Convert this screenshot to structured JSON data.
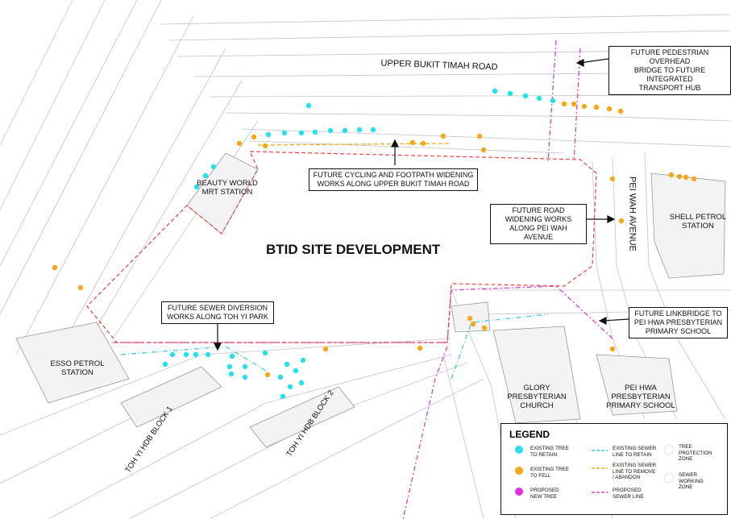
{
  "title": "BTID SITE DEVELOPMENT",
  "labels": {
    "upper_bukit_timah_road": "UPPER BUKIT TIMAH ROAD",
    "pei_wah_avenue": "PEI WAH AVENUE",
    "beauty_world_mrt": "BEAUTY WORLD\nMRT STATION",
    "shell_petrol": "SHELL PETROL\nSTATION",
    "esso_petrol": "ESSO PETROL\nSTATION",
    "glory_church": "GLORY\nPRESBYTERIAN\nCHURCH",
    "pei_hwa_school": "PEI HWA\nPRESBYTERIAN\nPRIMARY SCHOOL",
    "toh_yi_block_1": "TOH YI HDB BLOCK 1",
    "toh_yi_block_2": "TOH YI HDB BLOCK 2"
  },
  "callouts": {
    "pedestrian_bridge": "FUTURE PEDESTRIAN OVERHEAD\nBRIDGE TO FUTURE INTEGRATED\nTRANSPORT HUB",
    "cycling_footpath": "FUTURE CYCLING AND FOOTPATH WIDENING\nWORKS ALONG UPPER BUKIT TIMAH ROAD",
    "road_widening": "FUTURE ROAD\nWIDENING WORKS\nALONG PEI WAH AVENUE",
    "sewer_diversion": "FUTURE SEWER DIVERSION\nWORKS ALONG TOH YI PARK",
    "linkbridge": "FUTURE LINKBRIDGE TO\nPEI HWA PRESBYTERIAN\nPRIMARY SCHOOL"
  },
  "legend": {
    "title": "LEGEND",
    "items": [
      {
        "label": "EXISTING TREE\nTO RETAIN",
        "kind": "tree",
        "color": "#26e0ea"
      },
      {
        "label": "EXISTING TREE\nTO FELL",
        "kind": "tree",
        "color": "#f4a81c"
      },
      {
        "label": "PROPOSED\nNEW TREE",
        "kind": "tree",
        "color": "#e52fe6"
      },
      {
        "label": "EXISTING SEWER\nLINE TO RETAIN",
        "kind": "line",
        "color": "#45c8e0"
      },
      {
        "label": "EXISTING SEWER\nLINE TO REMOVE\n/ ABANDON",
        "kind": "line",
        "color": "#f4a81c"
      },
      {
        "label": "PROPOSED\nSEWER LINE",
        "kind": "line",
        "color": "#d63fd6"
      },
      {
        "label": "TREE\nPROTECTION\nZONE",
        "kind": "zone",
        "color": "#e6e6cf"
      },
      {
        "label": "SEWER\nWORKING\nZONE",
        "kind": "zone",
        "color": "#e6e6cf"
      }
    ]
  },
  "colors": {
    "tree_retain": "#26e0ea",
    "tree_fell": "#f4a81c",
    "tree_proposed": "#e52fe6",
    "site_boundary": "#e04848",
    "sewer_proposed": "#d63fd6",
    "sewer_retain": "#45c8e0",
    "road_lines": "#bdbdbd"
  }
}
